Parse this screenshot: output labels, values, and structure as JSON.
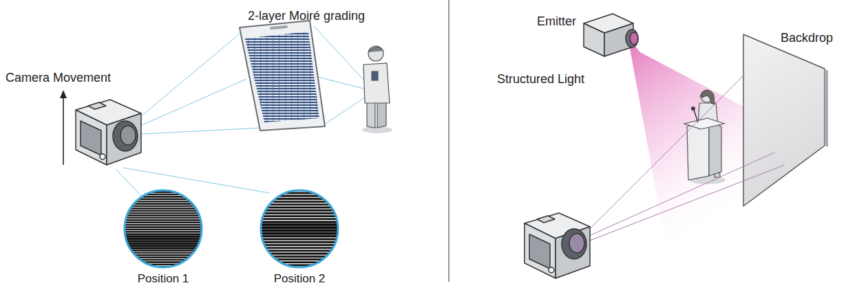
{
  "diagram": {
    "nodes": [
      {
        "text": [
          "Position 1"
        ]
      },
      {
        "text": [
          "Position 2"
        ]
      }
    ],
    "labels": [
      "2-layer Moiré grading",
      "Camera Movement",
      "Emitter",
      "Structured Light",
      "Backdrop"
    ]
  }
}
